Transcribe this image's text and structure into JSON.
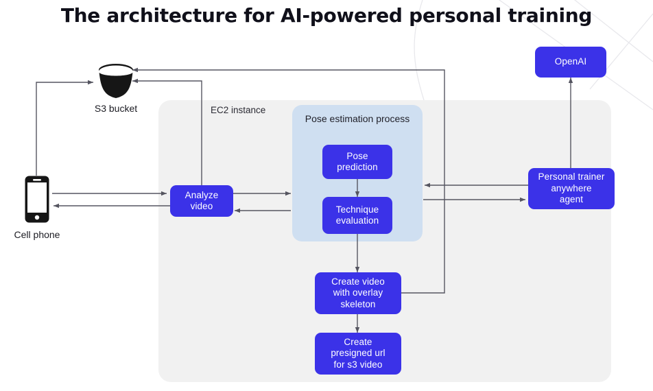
{
  "title": "The architecture for AI-powered personal training",
  "palette": {
    "node_blue": "#3b32e8",
    "panel_grey": "#f1f1f1",
    "group_blue": "#cfdff1",
    "arrow_grey": "#555560",
    "icon_black": "#161616",
    "text_dark": "#1b1b22",
    "background": "#ffffff"
  },
  "groups": {
    "ec2": {
      "label": "EC2\ninstance"
    },
    "pose": {
      "label": "Pose estimation\nprocess"
    }
  },
  "icons": {
    "s3": {
      "label": "S3 bucket",
      "icon": "bucket-icon"
    },
    "phone": {
      "label": "Cell phone",
      "icon": "mobile-phone-icon"
    }
  },
  "nodes": [
    {
      "id": "analyze-video",
      "label": "Analyze\nvideo"
    },
    {
      "id": "pose-prediction",
      "label": "Pose\nprediction"
    },
    {
      "id": "technique-evaluation",
      "label": "Technique\nevaluation"
    },
    {
      "id": "create-video-overlay",
      "label": "Create video\nwith overlay\nskeleton"
    },
    {
      "id": "create-presigned-url",
      "label": "Create\npresigned url\nfor s3 video"
    },
    {
      "id": "personal-trainer-agent",
      "label": "Personal trainer\nanywhere\nagent"
    },
    {
      "id": "openai",
      "label": "OpenAI"
    }
  ],
  "edges": [
    {
      "from": "cell-phone",
      "to": "s3-bucket",
      "style": "elbow"
    },
    {
      "from": "analyze-video",
      "to": "s3-bucket",
      "style": "elbow"
    },
    {
      "from": "create-video-overlay",
      "to": "s3-bucket",
      "style": "elbow"
    },
    {
      "from": "cell-phone",
      "to": "analyze-video",
      "style": "straight"
    },
    {
      "from": "analyze-video",
      "to": "cell-phone",
      "style": "straight"
    },
    {
      "from": "analyze-video",
      "to": "pose-group",
      "style": "straight"
    },
    {
      "from": "pose-group",
      "to": "analyze-video",
      "style": "straight"
    },
    {
      "from": "pose-prediction",
      "to": "technique-evaluation",
      "style": "straight"
    },
    {
      "from": "technique-evaluation",
      "to": "create-video-overlay",
      "style": "straight"
    },
    {
      "from": "create-video-overlay",
      "to": "create-presigned-url",
      "style": "straight"
    },
    {
      "from": "personal-trainer-agent",
      "to": "pose-group",
      "style": "straight"
    },
    {
      "from": "pose-group",
      "to": "personal-trainer-agent",
      "style": "straight"
    },
    {
      "from": "personal-trainer-agent",
      "to": "openai",
      "style": "straight"
    }
  ]
}
